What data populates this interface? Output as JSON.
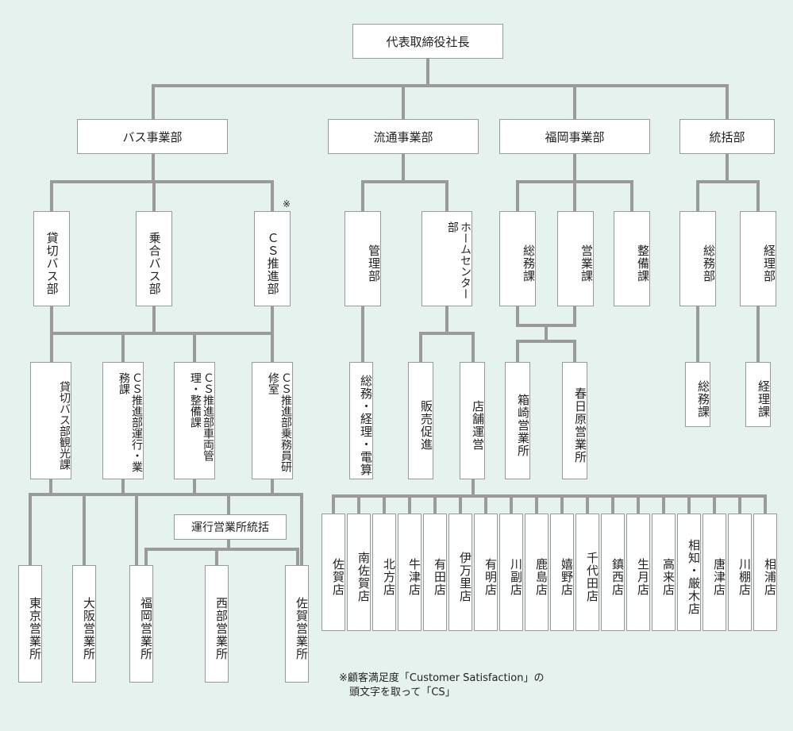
{
  "ceo": "代表取締役社長",
  "divisions": {
    "bus": "バス事業部",
    "distribution": "流通事業部",
    "fukuoka": "福岡事業部",
    "general": "統括部"
  },
  "bus": {
    "charter": "貸切バス部",
    "route": "乗合バス部",
    "cs_dept": "ＣＳ推進部",
    "cs_mark": "※",
    "sightseeing": "貸切バス部観光課",
    "operations": "ＣＳ推進部運行・業務課",
    "vehicle": "ＣＳ推進部車両管理・整備課",
    "crew": "ＣＳ推進部乗務員研修室",
    "coordination": "運行営業所統括",
    "offices": [
      "東京営業所",
      "大阪営業所",
      "福岡営業所",
      "西部営業所",
      "佐賀営業所"
    ]
  },
  "distribution": {
    "admin": "管理部",
    "homecenter": "ホームセンター部",
    "admin_sub": "総務・経理・電算",
    "sales_promo": "販売促進",
    "store_ops": "店舗運営",
    "stores": [
      "佐賀店",
      "南佐賀店",
      "北方店",
      "牛津店",
      "有田店",
      "伊万里店",
      "有明店",
      "川副店",
      "鹿島店",
      "嬉野店",
      "千代田店",
      "鎮西店",
      "生月店",
      "高来店",
      "相知・厳木店",
      "唐津店",
      "川棚店",
      "相浦店"
    ]
  },
  "fukuoka": {
    "general_affairs": "総務課",
    "sales": "営業課",
    "maintenance": "整備課",
    "offices": [
      "箱崎営業所",
      "春日原営業所"
    ]
  },
  "general": {
    "ga_dept": "総務部",
    "acc_dept": "経理部",
    "ga_sec": "総務課",
    "acc_sec": "経理課"
  },
  "footnote": "※顧客満足度「Customer Satisfaction」の\n　頭文字を取って「CS」",
  "colors": {
    "background": "#e6f2ee",
    "line": "#9a9a9a",
    "box": "#ffffff"
  }
}
